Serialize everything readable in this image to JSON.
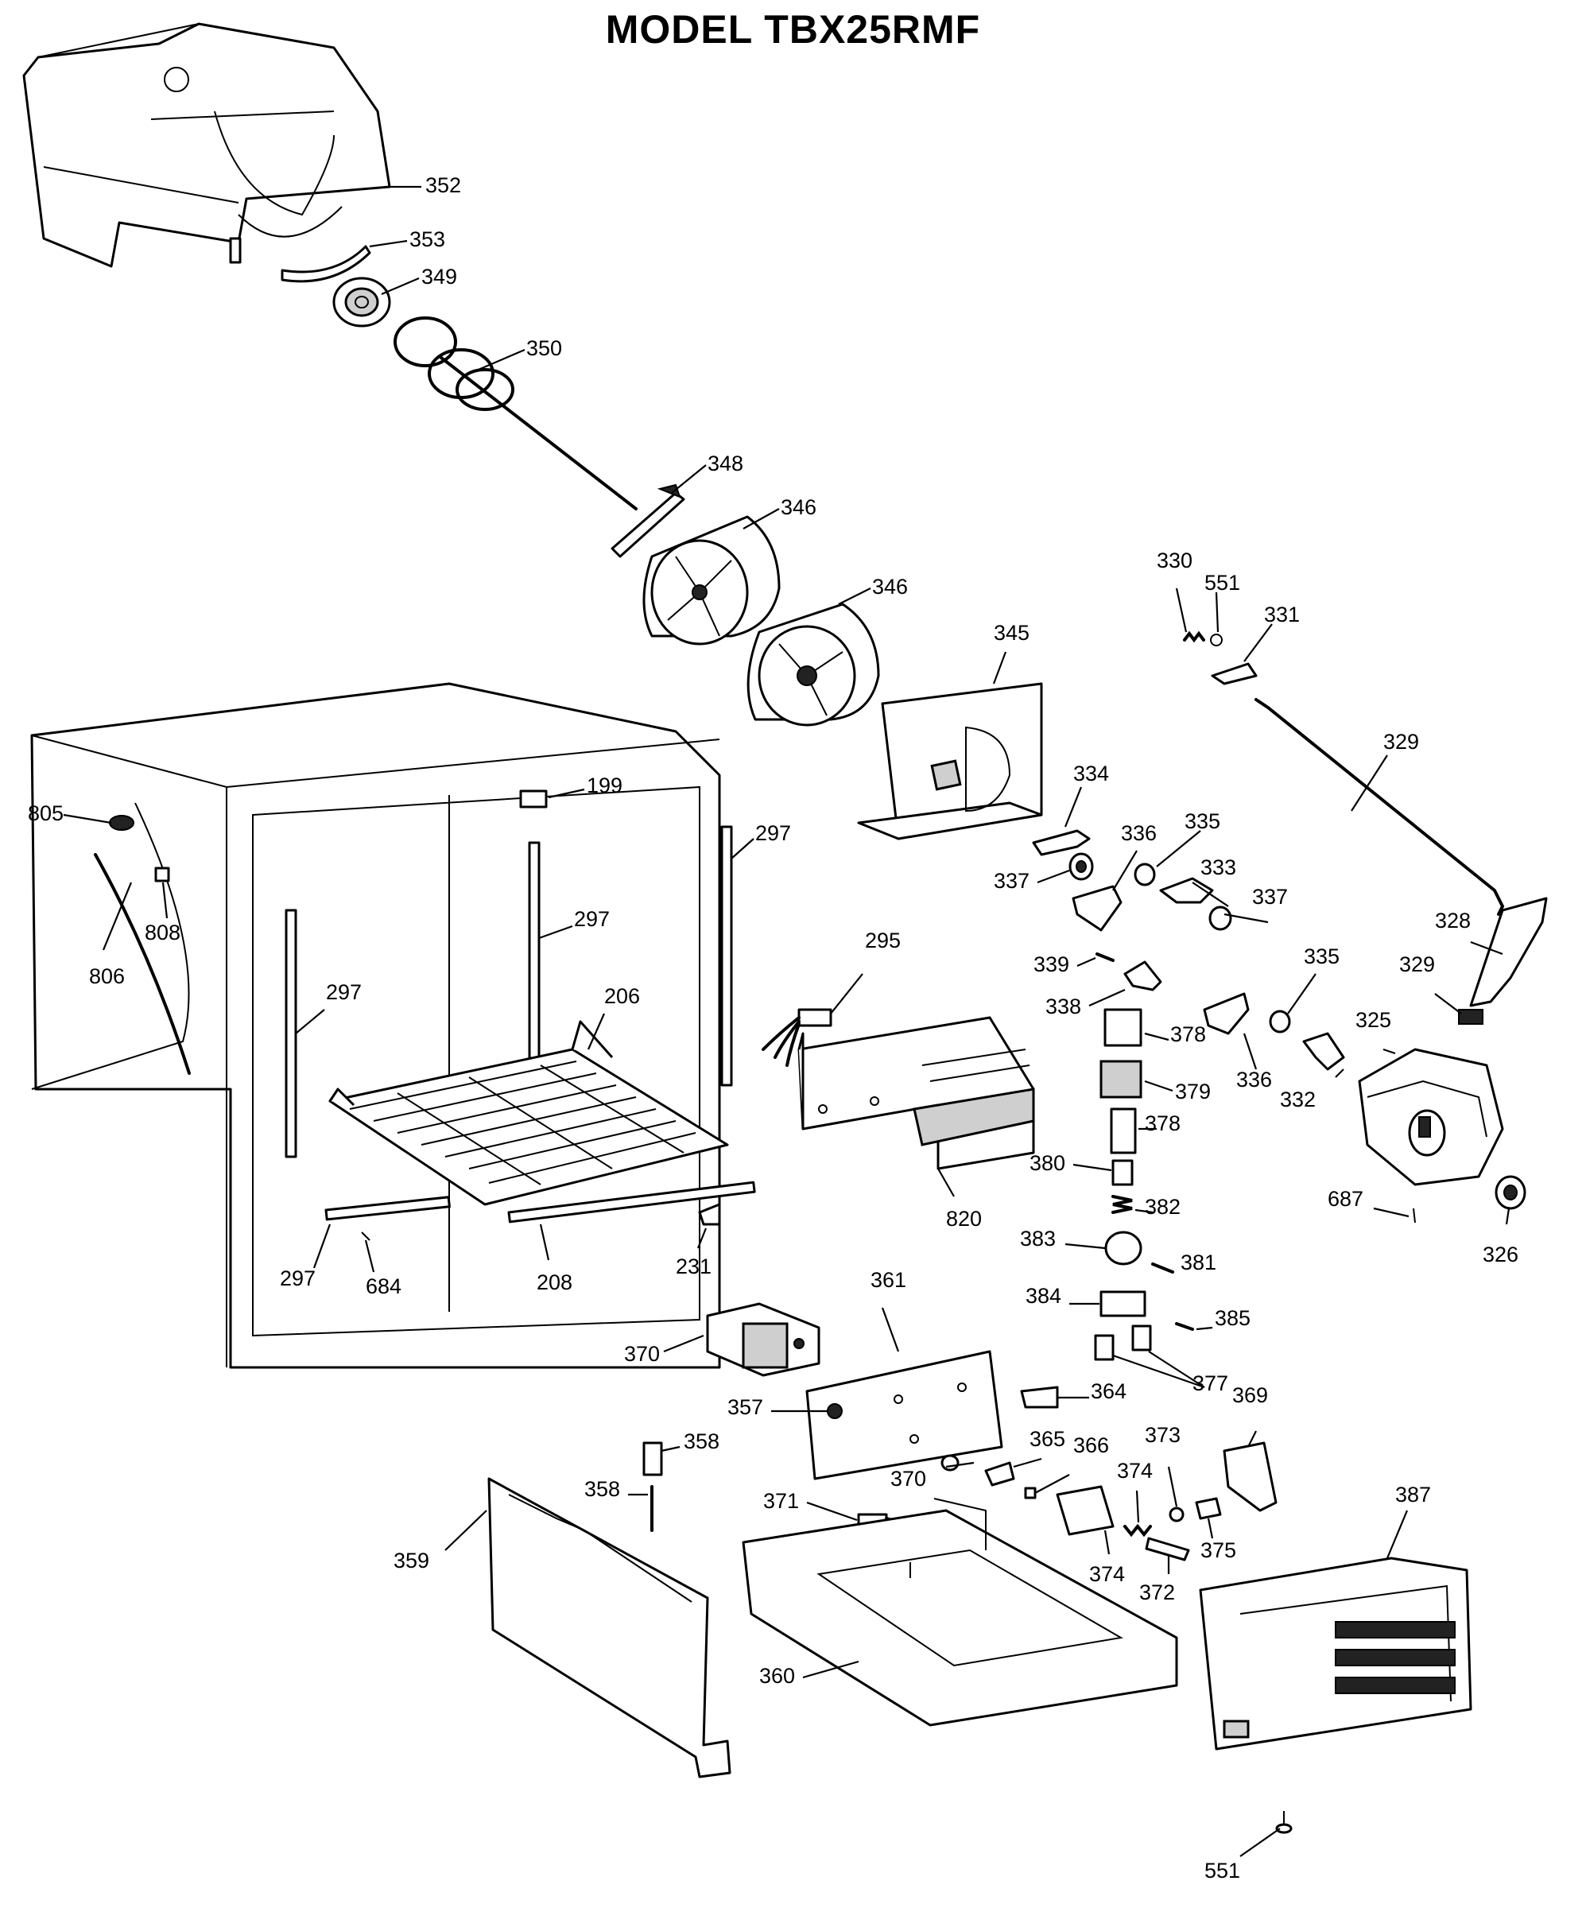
{
  "title": "MODEL TBX25RMF",
  "callouts": [
    {
      "id": "352",
      "text": "352"
    },
    {
      "id": "353",
      "text": "353"
    },
    {
      "id": "349",
      "text": "349"
    },
    {
      "id": "350",
      "text": "350"
    },
    {
      "id": "348",
      "text": "348"
    },
    {
      "id": "346a",
      "text": "346"
    },
    {
      "id": "346b",
      "text": "346"
    },
    {
      "id": "345",
      "text": "345"
    },
    {
      "id": "330",
      "text": "330"
    },
    {
      "id": "551a",
      "text": "551"
    },
    {
      "id": "331",
      "text": "331"
    },
    {
      "id": "329a",
      "text": "329"
    },
    {
      "id": "334",
      "text": "334"
    },
    {
      "id": "336a",
      "text": "336"
    },
    {
      "id": "335a",
      "text": "335"
    },
    {
      "id": "333",
      "text": "333"
    },
    {
      "id": "337a",
      "text": "337"
    },
    {
      "id": "337b",
      "text": "337"
    },
    {
      "id": "328",
      "text": "328"
    },
    {
      "id": "329b",
      "text": "329"
    },
    {
      "id": "339",
      "text": "339"
    },
    {
      "id": "338",
      "text": "338"
    },
    {
      "id": "335b",
      "text": "335"
    },
    {
      "id": "378a",
      "text": "378"
    },
    {
      "id": "379",
      "text": "379"
    },
    {
      "id": "336b",
      "text": "336"
    },
    {
      "id": "332",
      "text": "332"
    },
    {
      "id": "325",
      "text": "325"
    },
    {
      "id": "378b",
      "text": "378"
    },
    {
      "id": "380",
      "text": "380"
    },
    {
      "id": "382",
      "text": "382"
    },
    {
      "id": "687",
      "text": "687"
    },
    {
      "id": "326",
      "text": "326"
    },
    {
      "id": "383",
      "text": "383"
    },
    {
      "id": "381",
      "text": "381"
    },
    {
      "id": "384",
      "text": "384"
    },
    {
      "id": "385",
      "text": "385"
    },
    {
      "id": "377",
      "text": "377"
    },
    {
      "id": "364",
      "text": "364"
    },
    {
      "id": "369",
      "text": "369"
    },
    {
      "id": "365",
      "text": "365"
    },
    {
      "id": "366",
      "text": "366"
    },
    {
      "id": "373",
      "text": "373"
    },
    {
      "id": "374a",
      "text": "374"
    },
    {
      "id": "374b",
      "text": "374"
    },
    {
      "id": "375",
      "text": "375"
    },
    {
      "id": "372",
      "text": "372"
    },
    {
      "id": "387",
      "text": "387"
    },
    {
      "id": "551b",
      "text": "551"
    },
    {
      "id": "805",
      "text": "805"
    },
    {
      "id": "808",
      "text": "808"
    },
    {
      "id": "806",
      "text": "806"
    },
    {
      "id": "199",
      "text": "199"
    },
    {
      "id": "297a",
      "text": "297"
    },
    {
      "id": "297b",
      "text": "297"
    },
    {
      "id": "297c",
      "text": "297"
    },
    {
      "id": "297d",
      "text": "297"
    },
    {
      "id": "295",
      "text": "295"
    },
    {
      "id": "206",
      "text": "206"
    },
    {
      "id": "820",
      "text": "820"
    },
    {
      "id": "684",
      "text": "684"
    },
    {
      "id": "208",
      "text": "208"
    },
    {
      "id": "231",
      "text": "231"
    },
    {
      "id": "361",
      "text": "361"
    },
    {
      "id": "370a",
      "text": "370"
    },
    {
      "id": "370b",
      "text": "370"
    },
    {
      "id": "357",
      "text": "357"
    },
    {
      "id": "358a",
      "text": "358"
    },
    {
      "id": "358b",
      "text": "358"
    },
    {
      "id": "371",
      "text": "371"
    },
    {
      "id": "359",
      "text": "359"
    },
    {
      "id": "360",
      "text": "360"
    }
  ]
}
